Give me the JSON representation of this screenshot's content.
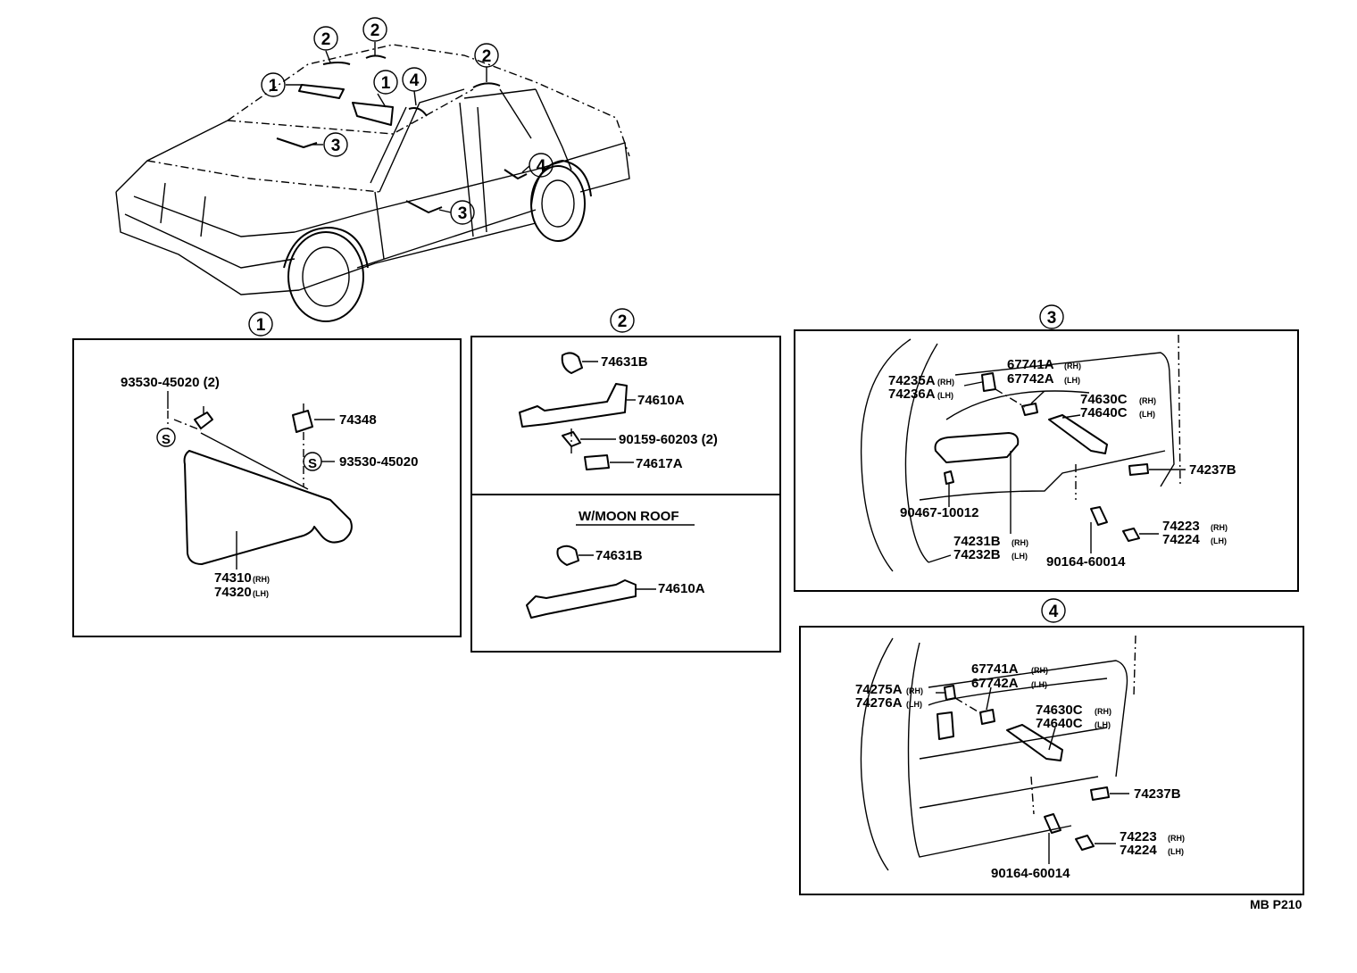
{
  "callouts": [
    "1",
    "2",
    "3",
    "4"
  ],
  "seal_mark": "S",
  "panel1": {
    "labels": {
      "screw_pair": "93530-45020 (2)",
      "holder": "74348",
      "screw": "93530-45020",
      "visor_rh": "74310",
      "visor_lh": "74320",
      "rh": "(RH)",
      "lh": "(LH)"
    }
  },
  "panel2": {
    "labels": {
      "cover": "74631B",
      "grip": "74610A",
      "screw": "90159-60203 (2)",
      "clip": "74617A"
    },
    "moonroof": {
      "title": "W/MOON ROOF",
      "cover": "74631B",
      "grip": "74610A"
    }
  },
  "panel3": {
    "labels": {
      "armrest_rh": "74235A",
      "armrest_lh": "74236A",
      "cap_rh": "67741A",
      "cap_lh": "67742A",
      "pull_rh": "74630C",
      "pull_lh": "74640C",
      "clip": "74237B",
      "screw": "90467-10012",
      "base_rh": "74231B",
      "base_lh": "74232B",
      "bolt": "90164-60014",
      "plug_rh": "74223",
      "plug_lh": "74224",
      "rh": "(RH)",
      "lh": "(LH)"
    }
  },
  "panel4": {
    "labels": {
      "armrest_rh": "74275A",
      "armrest_lh": "74276A",
      "cap_rh": "67741A",
      "cap_lh": "67742A",
      "pull_rh": "74630C",
      "pull_lh": "74640C",
      "clip": "74237B",
      "plug_rh": "74223",
      "plug_lh": "74224",
      "bolt": "90164-60014",
      "rh": "(RH)",
      "lh": "(LH)"
    }
  },
  "diagram_code": "MB P210"
}
